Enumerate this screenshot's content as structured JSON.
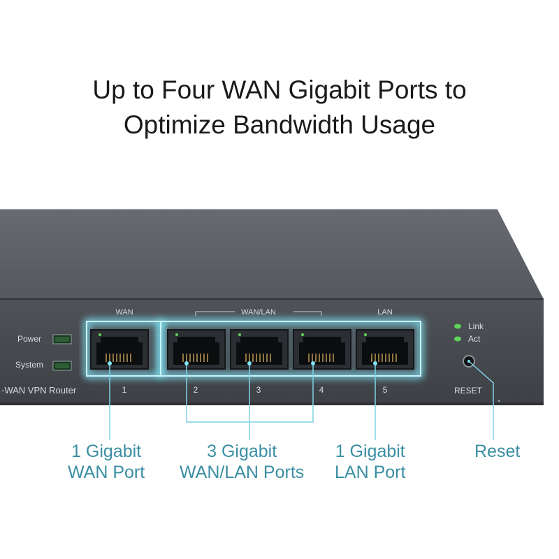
{
  "headline": {
    "line1": "Up to Four WAN Gigabit Ports to",
    "line2": "Optimize Bandwidth Usage"
  },
  "device": {
    "model_text": "-WAN VPN Router",
    "indicators": {
      "power": "Power",
      "system": "System",
      "link": "Link",
      "act": "Act"
    },
    "group_labels": {
      "wan": "WAN",
      "wan_lan": "WAN/LAN",
      "lan": "LAN"
    },
    "port_numbers": [
      "1",
      "2",
      "3",
      "4",
      "5"
    ],
    "reset_label": "RESET"
  },
  "callouts": {
    "wan": {
      "line1": "1 Gigabit",
      "line2": "WAN Port"
    },
    "wan_lan": {
      "line1": "3 Gigabit",
      "line2": "WAN/LAN Ports"
    },
    "lan": {
      "line1": "1 Gigabit",
      "line2": "LAN Port"
    },
    "reset": {
      "line1": "Reset"
    }
  },
  "colors": {
    "accent": "#3a8ea3",
    "glow": "#7fe3f5",
    "chassis": "#4a4d52",
    "led_green": "#5fd35a"
  }
}
